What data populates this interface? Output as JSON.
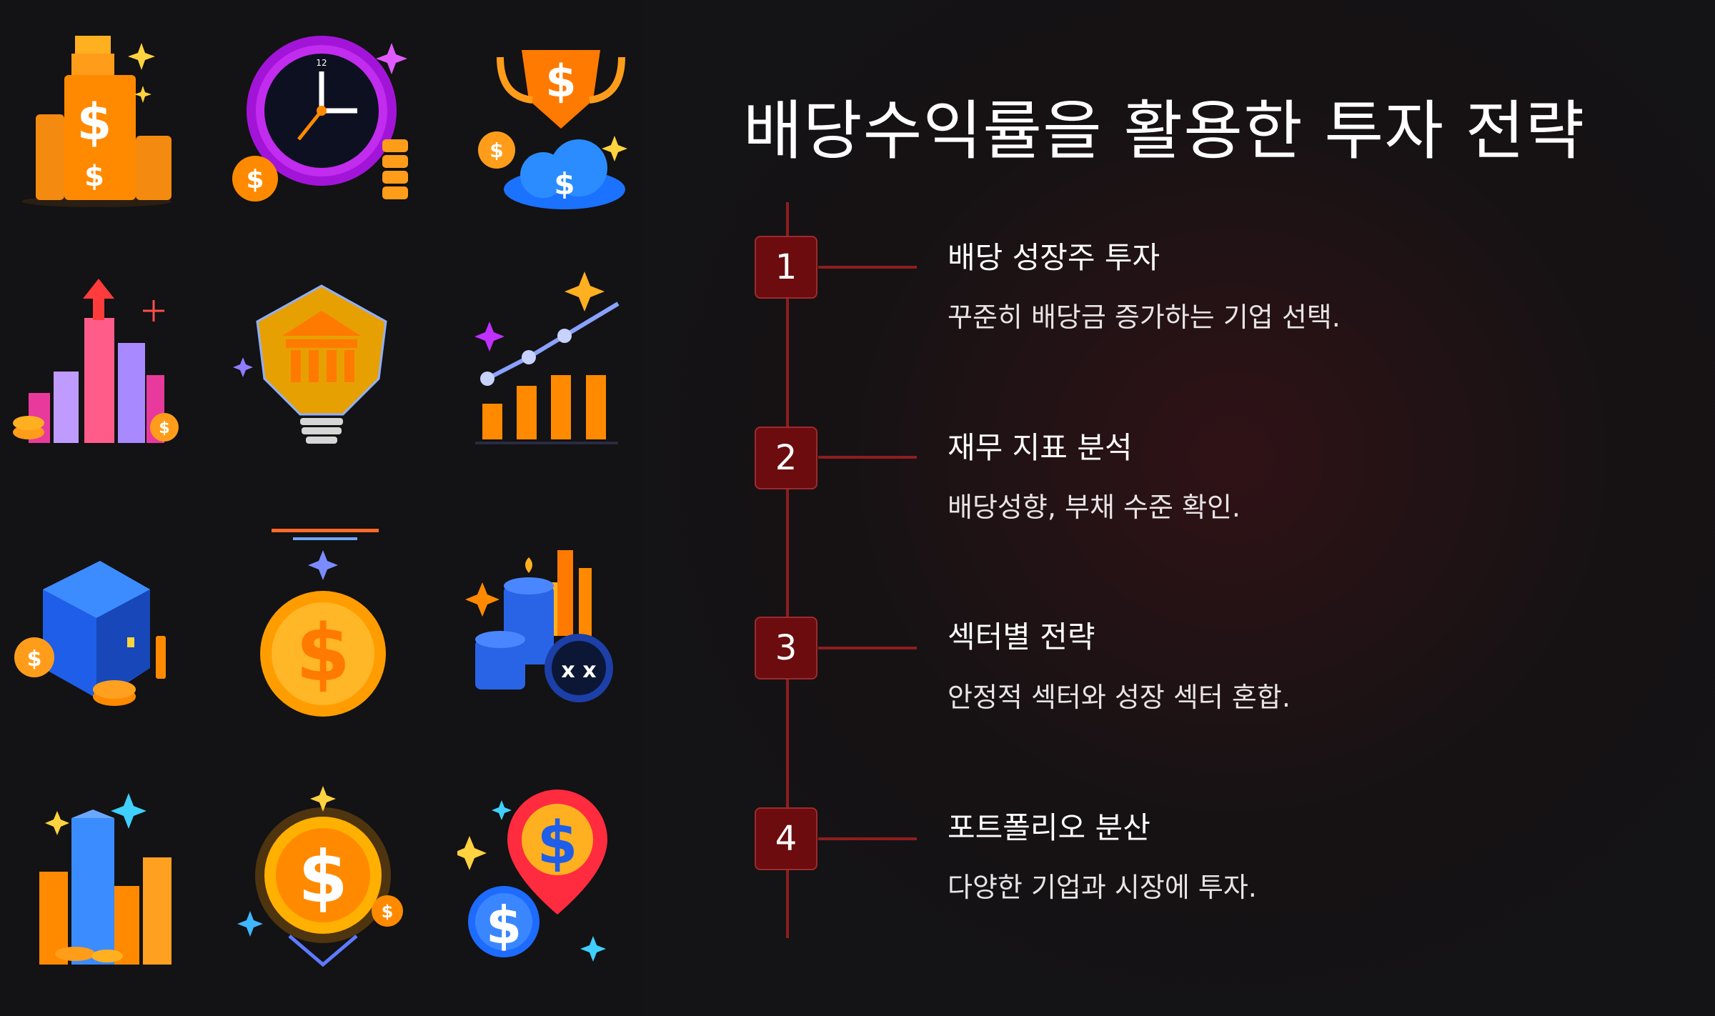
{
  "title": "배당수익률을 활용한 투자 전략",
  "icons": [
    {
      "name": "dollar-tower-icon"
    },
    {
      "name": "clock-coins-icon"
    },
    {
      "name": "trophy-cloud-dollar-icon"
    },
    {
      "name": "bar-city-growth-icon"
    },
    {
      "name": "bank-lightbulb-icon"
    },
    {
      "name": "rising-chart-icon"
    },
    {
      "name": "blue-cube-coins-icon"
    },
    {
      "name": "gold-dollar-coin-icon"
    },
    {
      "name": "cylinders-gauge-icon"
    },
    {
      "name": "coin-stack-bars-icon"
    },
    {
      "name": "glowing-dollar-coin-icon"
    },
    {
      "name": "dollar-location-pin-icon"
    }
  ],
  "steps": [
    {
      "number": "1",
      "title": "배당 성장주 투자",
      "desc": "꾸준히 배당금 증가하는 기업 선택."
    },
    {
      "number": "2",
      "title": "재무 지표 분석",
      "desc": "배당성향, 부채 수준 확인."
    },
    {
      "number": "3",
      "title": "섹터별 전략",
      "desc": "안정적 섹터와 성장 섹터 혼합."
    },
    {
      "number": "4",
      "title": "포트폴리오 분산",
      "desc": "다양한 기업과 시장에 투자."
    }
  ],
  "colors": {
    "background": "#141315",
    "accent_red": "#8f1d1f",
    "badge_fill": "#6c0c0e",
    "orange": "#ff8a00",
    "purple": "#b026ff",
    "blue": "#2f7bff"
  }
}
